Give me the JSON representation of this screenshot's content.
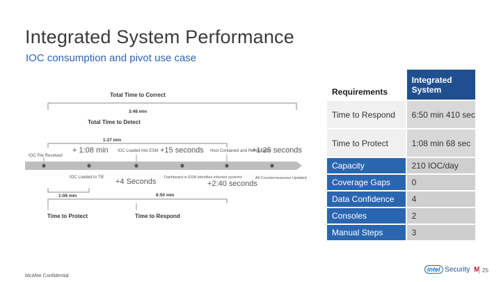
{
  "slide": {
    "title": "Integrated System Performance",
    "subtitle": "IOC consumption and pivot use case",
    "footer": "McAfee Confidential",
    "page_number": "25",
    "logo": {
      "intel": "intel",
      "security": "Security",
      "mcafee_mark": "M"
    }
  },
  "diagram": {
    "total_time_to_correct": "Total Time to Correct",
    "correct_duration": "3:48 min",
    "total_time_to_detect": "Total Time to Detect",
    "detect_duration": "1:27 min",
    "events_above": [
      {
        "label": "IOC File Received"
      },
      {
        "delta": "+ 1:08 min"
      },
      {
        "label": "IOC Loaded into ESM"
      },
      {
        "delta": "+15 seconds"
      },
      {
        "label": "Host Contained and Remediated"
      },
      {
        "delta": "+1:25 seconds"
      }
    ],
    "events_below": [
      {
        "label": "IOC Loaded to TIE"
      },
      {
        "delta": "+4 Seconds"
      },
      {
        "label": "Dashboard in ESM identifies infected systems"
      },
      {
        "delta": "+2:40 seconds"
      },
      {
        "label": "All Countermeasures Updated"
      }
    ],
    "protect_duration": "1:08 min",
    "respond_duration": "6:50 min",
    "time_to_protect": "Time to Protect",
    "time_to_respond": "Time to Respond"
  },
  "table": {
    "header": {
      "col1": "Requirements",
      "col2": "Integrated System"
    },
    "rows": [
      {
        "label": "Time to Respond",
        "value": "6:50 min 410 sec",
        "style": "light"
      },
      {
        "label": "Time to Protect",
        "value": "1:08 min 68 sec",
        "style": "light"
      },
      {
        "label": "Capacity",
        "value": "210 IOC/day",
        "style": "blue"
      },
      {
        "label": "Coverage Gaps",
        "value": "0",
        "style": "blue"
      },
      {
        "label": "Data Confidence",
        "value": "4",
        "style": "blue"
      },
      {
        "label": "Consoles",
        "value": "2",
        "style": "blue"
      },
      {
        "label": "Manual Steps",
        "value": "3",
        "style": "blue"
      }
    ]
  }
}
